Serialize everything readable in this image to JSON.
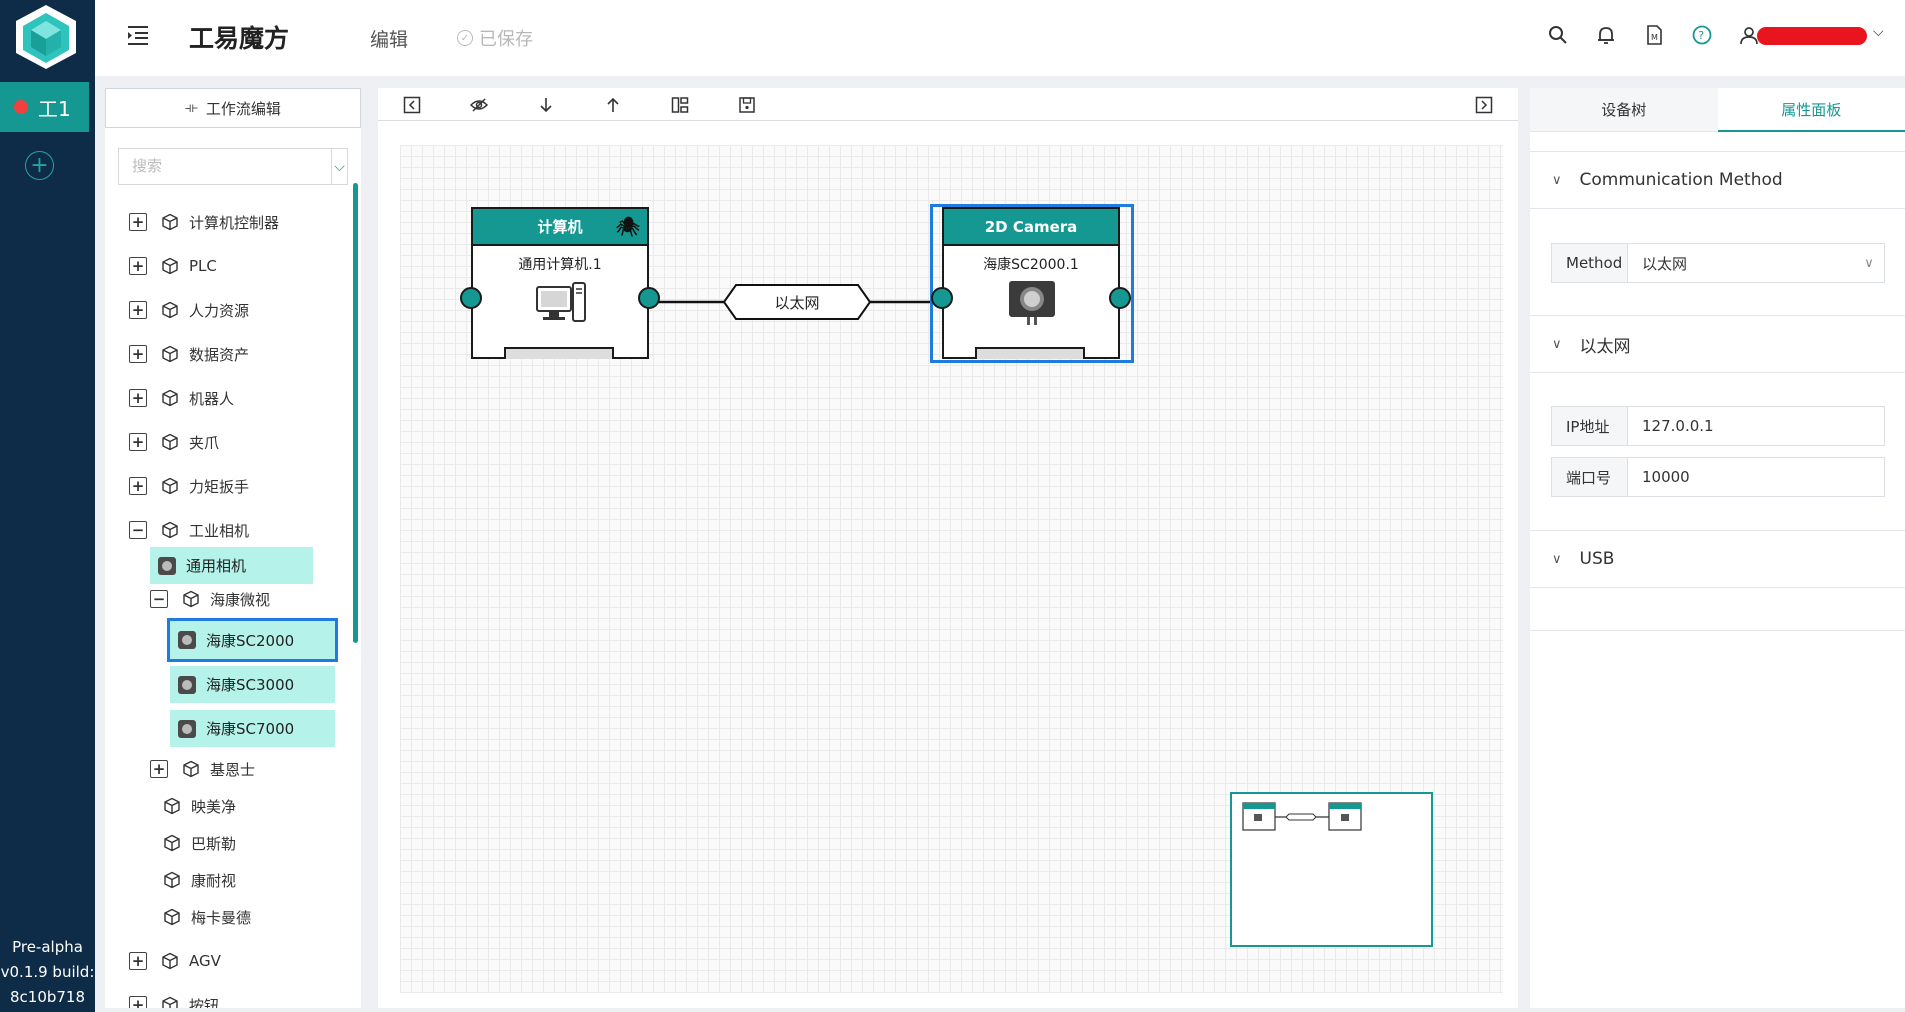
{
  "workspace": {
    "tab_label": "工1",
    "version_lines": [
      "Pre-alpha",
      "v0.1.9 build:",
      "8c10b718"
    ]
  },
  "header": {
    "title": "工易魔方",
    "mode": "编辑",
    "save_status": "已保存"
  },
  "left_panel": {
    "workflow_button": "工作流编辑",
    "search_placeholder": "搜索",
    "tree": [
      {
        "label": "计算机控制器",
        "expand": "+"
      },
      {
        "label": "PLC",
        "expand": "+"
      },
      {
        "label": "人力资源",
        "expand": "+"
      },
      {
        "label": "数据资产",
        "expand": "+"
      },
      {
        "label": "机器人",
        "expand": "+"
      },
      {
        "label": "夹爪",
        "expand": "+"
      },
      {
        "label": "力矩扳手",
        "expand": "+"
      },
      {
        "label": "工业相机",
        "expand": "−"
      },
      {
        "label": "通用相机"
      },
      {
        "label": "海康微视",
        "expand": "−"
      },
      {
        "label": "海康SC2000",
        "selected": true
      },
      {
        "label": "海康SC3000"
      },
      {
        "label": "海康SC7000"
      },
      {
        "label": "基恩士",
        "expand": "+"
      },
      {
        "label": "映美净"
      },
      {
        "label": "巴斯勒"
      },
      {
        "label": "康耐视"
      },
      {
        "label": "梅卡曼德"
      },
      {
        "label": "AGV",
        "expand": "+"
      },
      {
        "label": "按钮",
        "expand": "+"
      }
    ]
  },
  "canvas": {
    "nodes": [
      {
        "title": "计算机",
        "subtitle": "通用计算机.1",
        "icon": "computer-icon"
      },
      {
        "title": "2D Camera",
        "subtitle": "海康SC2000.1",
        "icon": "camera-icon"
      }
    ],
    "link_label": "以太网"
  },
  "right_panel": {
    "tabs": [
      "设备树",
      "属性面板"
    ],
    "active_tab": "属性面板",
    "sections": {
      "comm": "Communication Method",
      "ethernet": "以太网",
      "usb": "USB"
    },
    "method": {
      "label": "Method",
      "value": "以太网"
    },
    "ip": {
      "label": "IP地址",
      "value": "127.0.0.1"
    },
    "port": {
      "label": "端口号",
      "value": "10000"
    }
  },
  "colors": {
    "accent": "#149891",
    "rail": "#0e2b47",
    "selection": "#1e7be0"
  }
}
